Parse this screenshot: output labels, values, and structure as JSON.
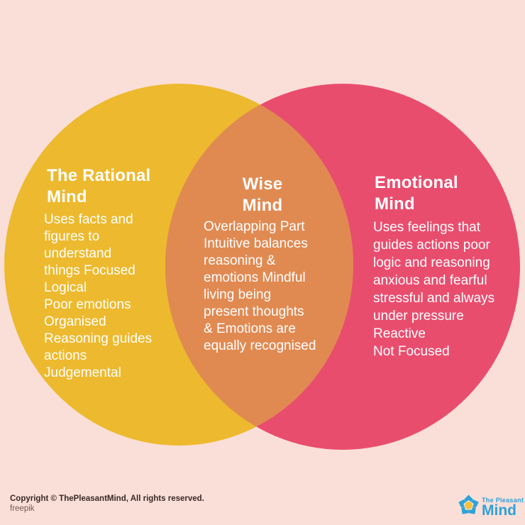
{
  "colors": {
    "background": "#fadfd8",
    "rational_yellow": "#edb92e",
    "emotional_pink": "#e94d6e",
    "wise_orange": "#e08a52",
    "text_white": "#ffffff",
    "copyright_dark": "#3a2826",
    "credit_gray": "#70594f",
    "logo_blue": "#2da2d8",
    "logo_star_yellow": "#f6c33c"
  },
  "venn": {
    "rational": {
      "title": "The Rational\nMind",
      "body": "Uses facts and\nfigures to\nunderstand\nthings Focused\nLogical\nPoor emotions\nOrganised\nReasoning guides\nactions\nJudgemental"
    },
    "wise": {
      "title": "Wise\nMind",
      "body": "Overlapping Part\nIntuitive balances\nreasoning &\nemotions Mindful\nliving being\npresent thoughts\n& Emotions are\nequally recognised"
    },
    "emotional": {
      "title": "Emotional\nMind",
      "body": "Uses feelings that\nguides actions poor\nlogic and reasoning\nanxious and fearful\nstressful and always\nunder pressure\nReactive\nNot Focused"
    }
  },
  "footer": {
    "copyright": "Copyright © ThePleasantMind, All rights reserved.",
    "credit": "freepik",
    "logo": {
      "icon": "flower-star-icon",
      "brand_top": "The Pleasant",
      "brand_bottom": "Mind"
    }
  }
}
